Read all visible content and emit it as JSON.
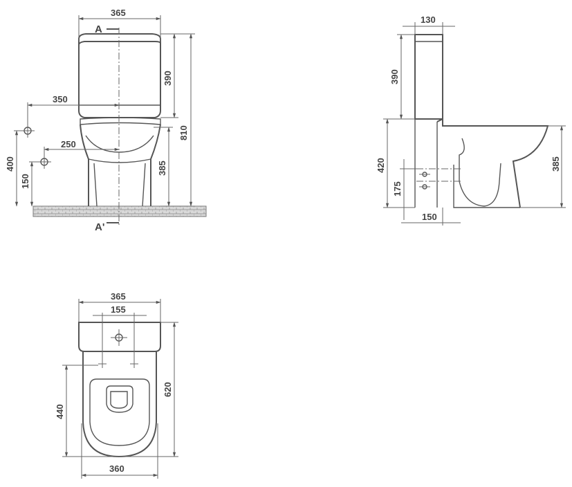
{
  "front_view": {
    "section_top": "A",
    "section_bottom": "A'",
    "dim_width": "365",
    "dim_tank_height": "390",
    "dim_total_height": "810",
    "dim_bowl_height": "385",
    "dim_inlet_x": "350",
    "dim_outlet_x": "250",
    "dim_inlet_height": "400",
    "dim_outlet_height": "150"
  },
  "side_view": {
    "dim_tank_depth": "130",
    "dim_tank_height": "390",
    "dim_bowl_height": "420",
    "dim_height_right": "385",
    "dim_outlet_height": "175",
    "dim_outlet_offset": "150"
  },
  "top_view": {
    "dim_width": "365",
    "dim_hole_spacing": "155",
    "dim_length": "620",
    "dim_bowl_length": "440",
    "dim_bowl_width": "360"
  }
}
